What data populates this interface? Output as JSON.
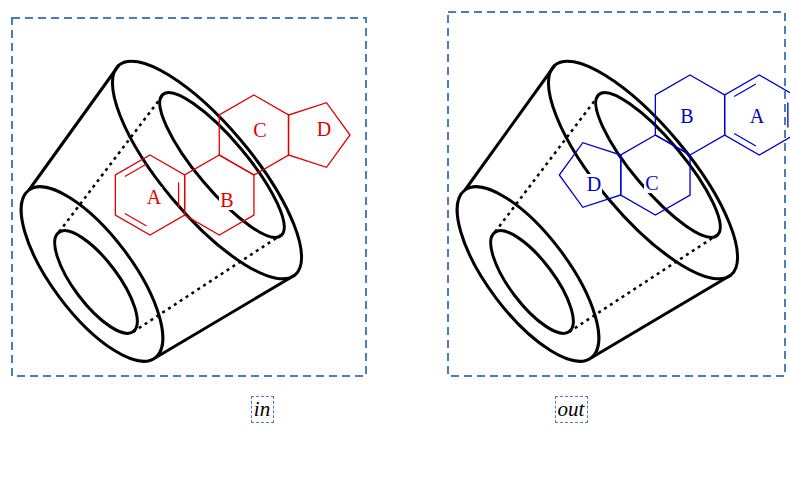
{
  "diagram": {
    "nodes": [
      {
        "text": [
          "in"
        ]
      },
      {
        "text": [
          "out"
        ]
      }
    ],
    "labels": [
      "A",
      "B",
      "C",
      "D",
      "B",
      "A",
      "D",
      "C"
    ]
  }
}
